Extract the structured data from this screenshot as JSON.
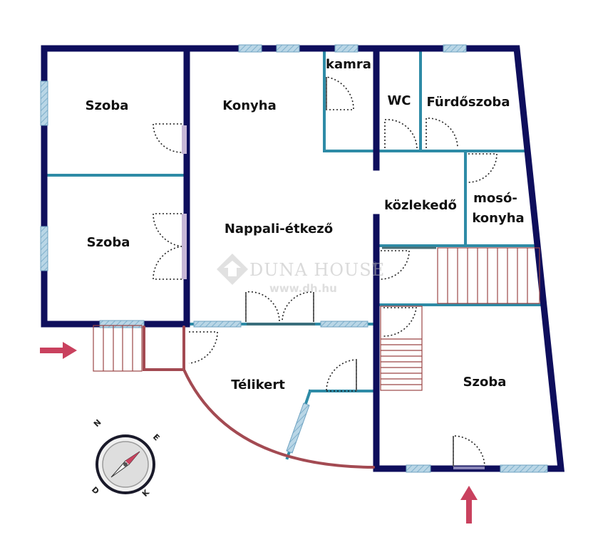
{
  "rooms": {
    "szoba_1": "Szoba",
    "konyha": "Konyha",
    "kamra": "kamra",
    "wc": "WC",
    "furdoszoba": "Fürdőszoba",
    "szoba_2": "Szoba",
    "nappali": "Nappali-étkező",
    "kozlekedo": "közlekedő",
    "moso_line1": "mosó-",
    "moso_line2": "konyha",
    "telikert": "Télikert",
    "szoba_3": "Szoba"
  },
  "watermark": {
    "brand": "DUNA HOUSE",
    "registered": "®",
    "url": "www.dh.hu"
  },
  "compass": {
    "n": "N",
    "e": "E",
    "k": "K",
    "d": "D"
  },
  "colors": {
    "outer_wall": "#0e0e5c",
    "inner_wall": "#2e8ba6",
    "window": "#9cc3d9",
    "stair": "#9b4545",
    "arrow": "#c9415e",
    "winter_garden": "#a34a52"
  },
  "icons": [
    "entrance-arrow-icon",
    "compass-icon"
  ]
}
